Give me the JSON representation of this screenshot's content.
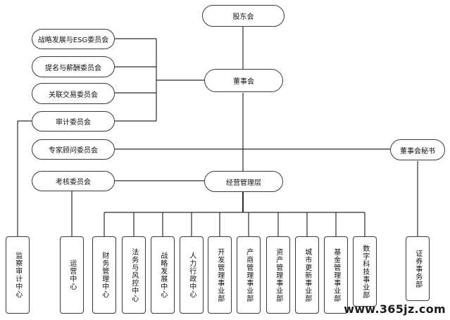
{
  "org": {
    "shareholders": "股东会",
    "board": "董事会",
    "management": "经营管理层",
    "board_secretary": "董事会秘书",
    "committees": {
      "strategy_esg": "战略发展与ESG委员会",
      "nomination_remuneration": "提名与薪酬委员会",
      "related_party": "关联交易委员会",
      "audit": "审计委员会",
      "expert_advisory": "专家顾问委员会",
      "assessment": "考核委员会"
    },
    "centers": {
      "audit_center": "监察审计中心",
      "operations_center": "运营中心",
      "finance_center": "财务管理中心",
      "legal_risk_center": "法务与风控中心",
      "strategy_dev_center": "战略发展中心",
      "hr_center": "人力行政中心",
      "development_division": "开发管理事业部",
      "industrial_division": "产商管理事业部",
      "asset_division": "资产管理事业部",
      "urban_renewal_division": "城市更新事业部",
      "fund_division": "基金管理事业部",
      "digital_tech_division": "数字科技事业部",
      "securities_dept": "证券事务部"
    }
  },
  "watermark": "www.365jz.com"
}
